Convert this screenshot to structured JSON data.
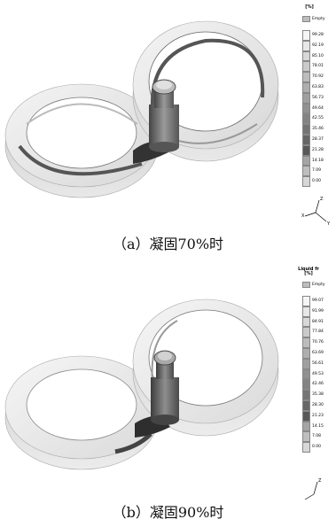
{
  "figures": [
    {
      "id": "a",
      "caption": "（a）凝固70%时",
      "legend": {
        "title_line1": "",
        "title_line2": "[%]",
        "empty_label": "Empty",
        "values": [
          "99.28",
          "92.19",
          "85.10",
          "78.01",
          "70.92",
          "63.83",
          "56.73",
          "49.64",
          "42.55",
          "35.46",
          "28.37",
          "21.28",
          "14.18",
          "7.09",
          "0.00"
        ]
      },
      "axes": {
        "z": "Z",
        "x": "X",
        "y": "Y"
      }
    },
    {
      "id": "b",
      "caption": "（b）凝固90%时",
      "legend": {
        "title_line1": "Liquid fr",
        "title_line2": "[%]",
        "empty_label": "Empty",
        "values": [
          "99.07",
          "91.99",
          "84.91",
          "77.84",
          "70.76",
          "63.69",
          "56.61",
          "49.53",
          "42.46",
          "35.38",
          "28.30",
          "21.23",
          "14.15",
          "7.08",
          "0.00"
        ]
      },
      "axes": {
        "z": "Z",
        "x": "",
        "y": ""
      }
    }
  ]
}
